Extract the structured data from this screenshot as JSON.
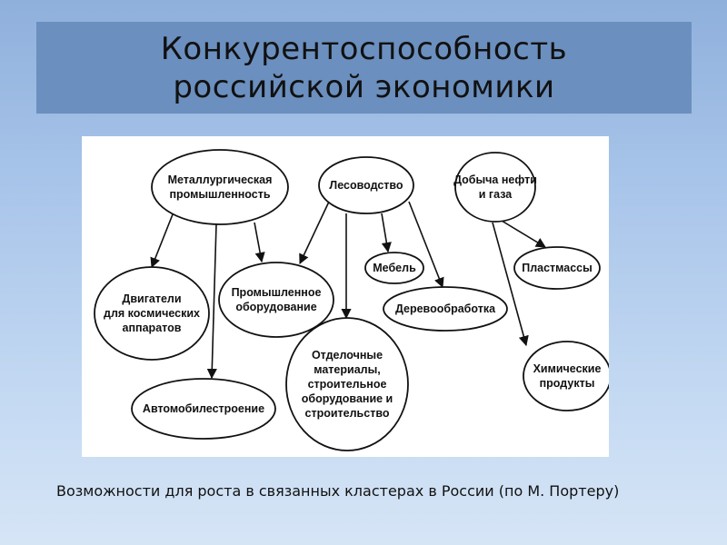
{
  "slide": {
    "title_line1": "Конкурентоспособность",
    "title_line2": "российской экономики",
    "caption": "Возможности для роста в связанных кластерах в России (по М. Портеру)"
  },
  "diagram": {
    "nodes": [
      {
        "id": "metallurgy",
        "line1": "Металлургическая",
        "line2": "промышленность",
        "line3": ""
      },
      {
        "id": "forestry",
        "line1": "Лесоводство",
        "line2": "",
        "line3": ""
      },
      {
        "id": "oil-gas",
        "line1": "Добыча нефти",
        "line2": "и газа",
        "line3": ""
      },
      {
        "id": "engines",
        "line1": "Двигатели",
        "line2": "для космических",
        "line3": "аппаратов"
      },
      {
        "id": "industrial-equipment",
        "line1": "Промышленное",
        "line2": "оборудование",
        "line3": ""
      },
      {
        "id": "furniture",
        "line1": "Мебель",
        "line2": "",
        "line3": ""
      },
      {
        "id": "plastics",
        "line1": "Пластмассы",
        "line2": "",
        "line3": ""
      },
      {
        "id": "woodworking",
        "line1": "Деревообработка",
        "line2": "",
        "line3": ""
      },
      {
        "id": "auto",
        "line1": "Автомобилестроение",
        "line2": "",
        "line3": ""
      },
      {
        "id": "finishing",
        "line1": "Отделочные",
        "line2": "материалы,",
        "line3": "строительное",
        "line4": "оборудование и",
        "line5": "строительство"
      },
      {
        "id": "chemicals",
        "line1": "Химические",
        "line2": "продукты",
        "line3": ""
      }
    ],
    "edges": [
      {
        "from": "metallurgy",
        "to": "engines"
      },
      {
        "from": "metallurgy",
        "to": "auto"
      },
      {
        "from": "metallurgy",
        "to": "industrial-equipment"
      },
      {
        "from": "forestry",
        "to": "industrial-equipment"
      },
      {
        "from": "forestry",
        "to": "finishing"
      },
      {
        "from": "forestry",
        "to": "furniture"
      },
      {
        "from": "forestry",
        "to": "woodworking"
      },
      {
        "from": "oil-gas",
        "to": "plastics"
      },
      {
        "from": "oil-gas",
        "to": "chemicals"
      }
    ]
  }
}
